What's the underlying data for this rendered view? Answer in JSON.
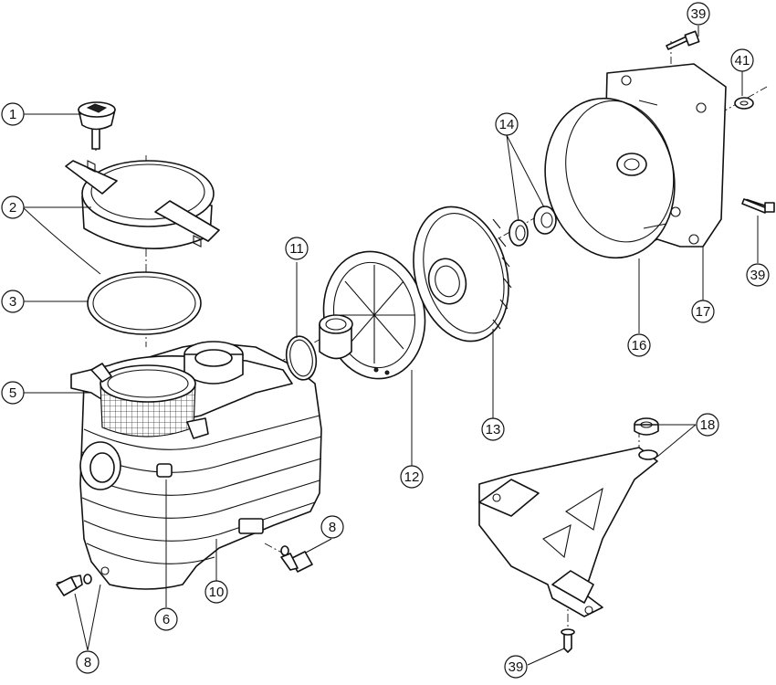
{
  "callouts": {
    "c1": "1",
    "c2": "2",
    "c3": "3",
    "c5": "5",
    "c6": "6",
    "c8a": "8",
    "c8b": "8",
    "c10": "10",
    "c11": "11",
    "c12": "12",
    "c13": "13",
    "c14": "14",
    "c16": "16",
    "c17": "17",
    "c18": "18",
    "c39a": "39",
    "c39b": "39",
    "c39c": "39",
    "c41": "41"
  }
}
